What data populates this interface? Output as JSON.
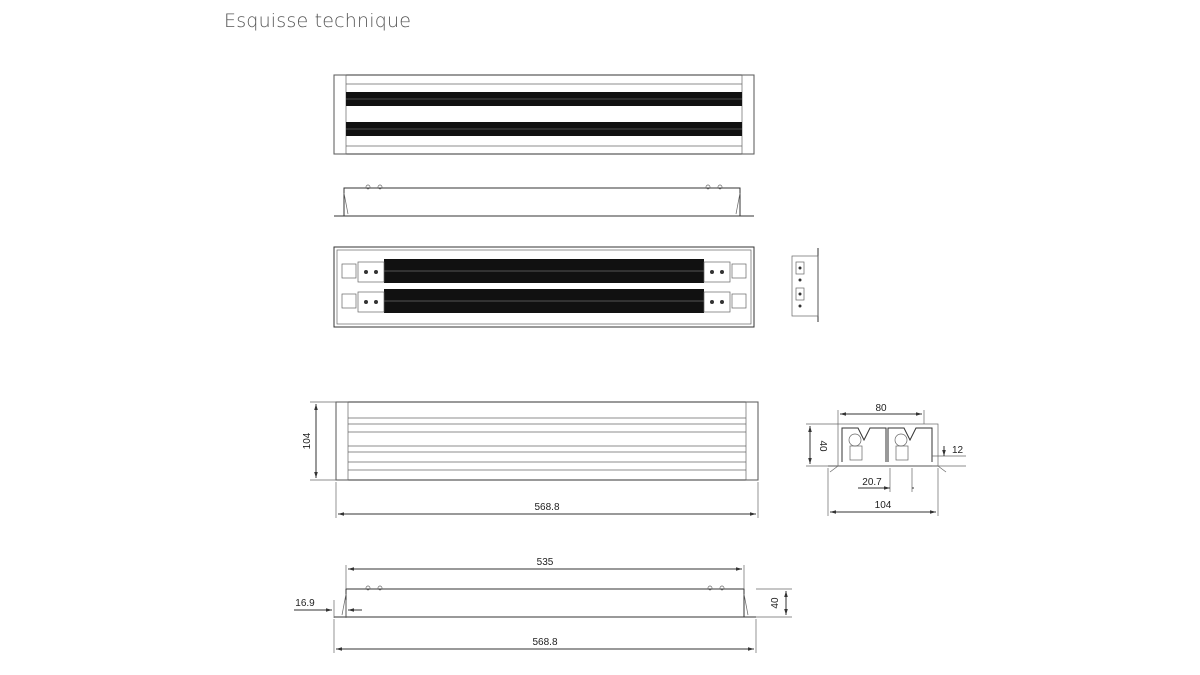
{
  "page": {
    "title": "Esquisse technique"
  },
  "dimensions": {
    "height_front": "104",
    "length_front": "568.8",
    "section_width": "80",
    "section_height": "40",
    "section_flange": "12",
    "section_slot": "20.7",
    "section_total": "104",
    "side_inner": "535",
    "side_offset": "16.9",
    "side_height": "40",
    "side_length": "568.8"
  },
  "colors": {
    "line": "#333333",
    "slot": "#111111",
    "panel": "#f4f4f4"
  }
}
